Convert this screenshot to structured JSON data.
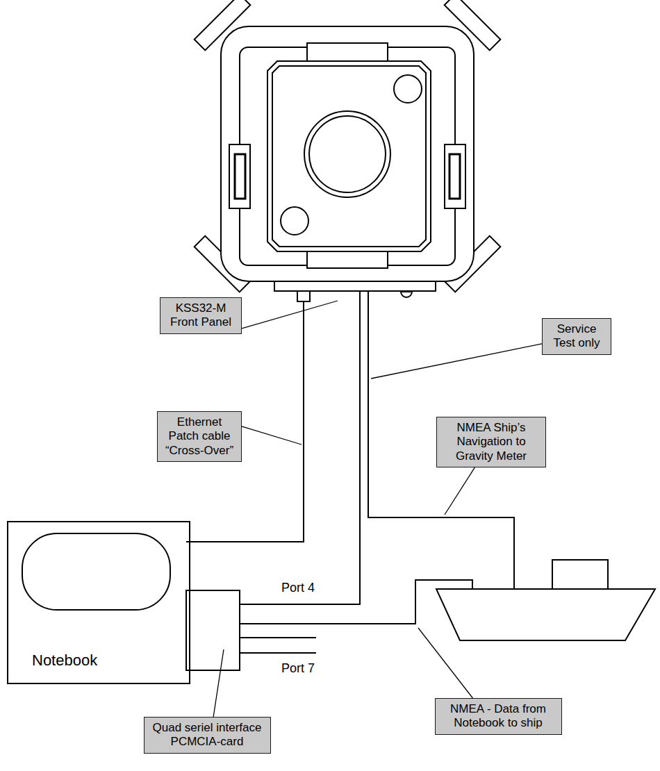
{
  "diagram": {
    "nodes": [
      {
        "text": [
          "KSS32-M Front Panel"
        ]
      },
      {
        "text": [
          "Service Test only"
        ]
      },
      {
        "text": [
          "Ethernet Patch cable “Cross-Over”"
        ]
      },
      {
        "text": [
          "NMEA Ship’s Navigation to Gravity Meter"
        ]
      },
      {
        "text": [
          "Notebook"
        ]
      },
      {
        "text": [
          "Quad seriel interface PCMCIA-card"
        ]
      },
      {
        "text": [
          "NMEA - Data from Notebook to ship"
        ]
      }
    ],
    "labels": [
      "Port 4",
      "Port 7"
    ]
  }
}
